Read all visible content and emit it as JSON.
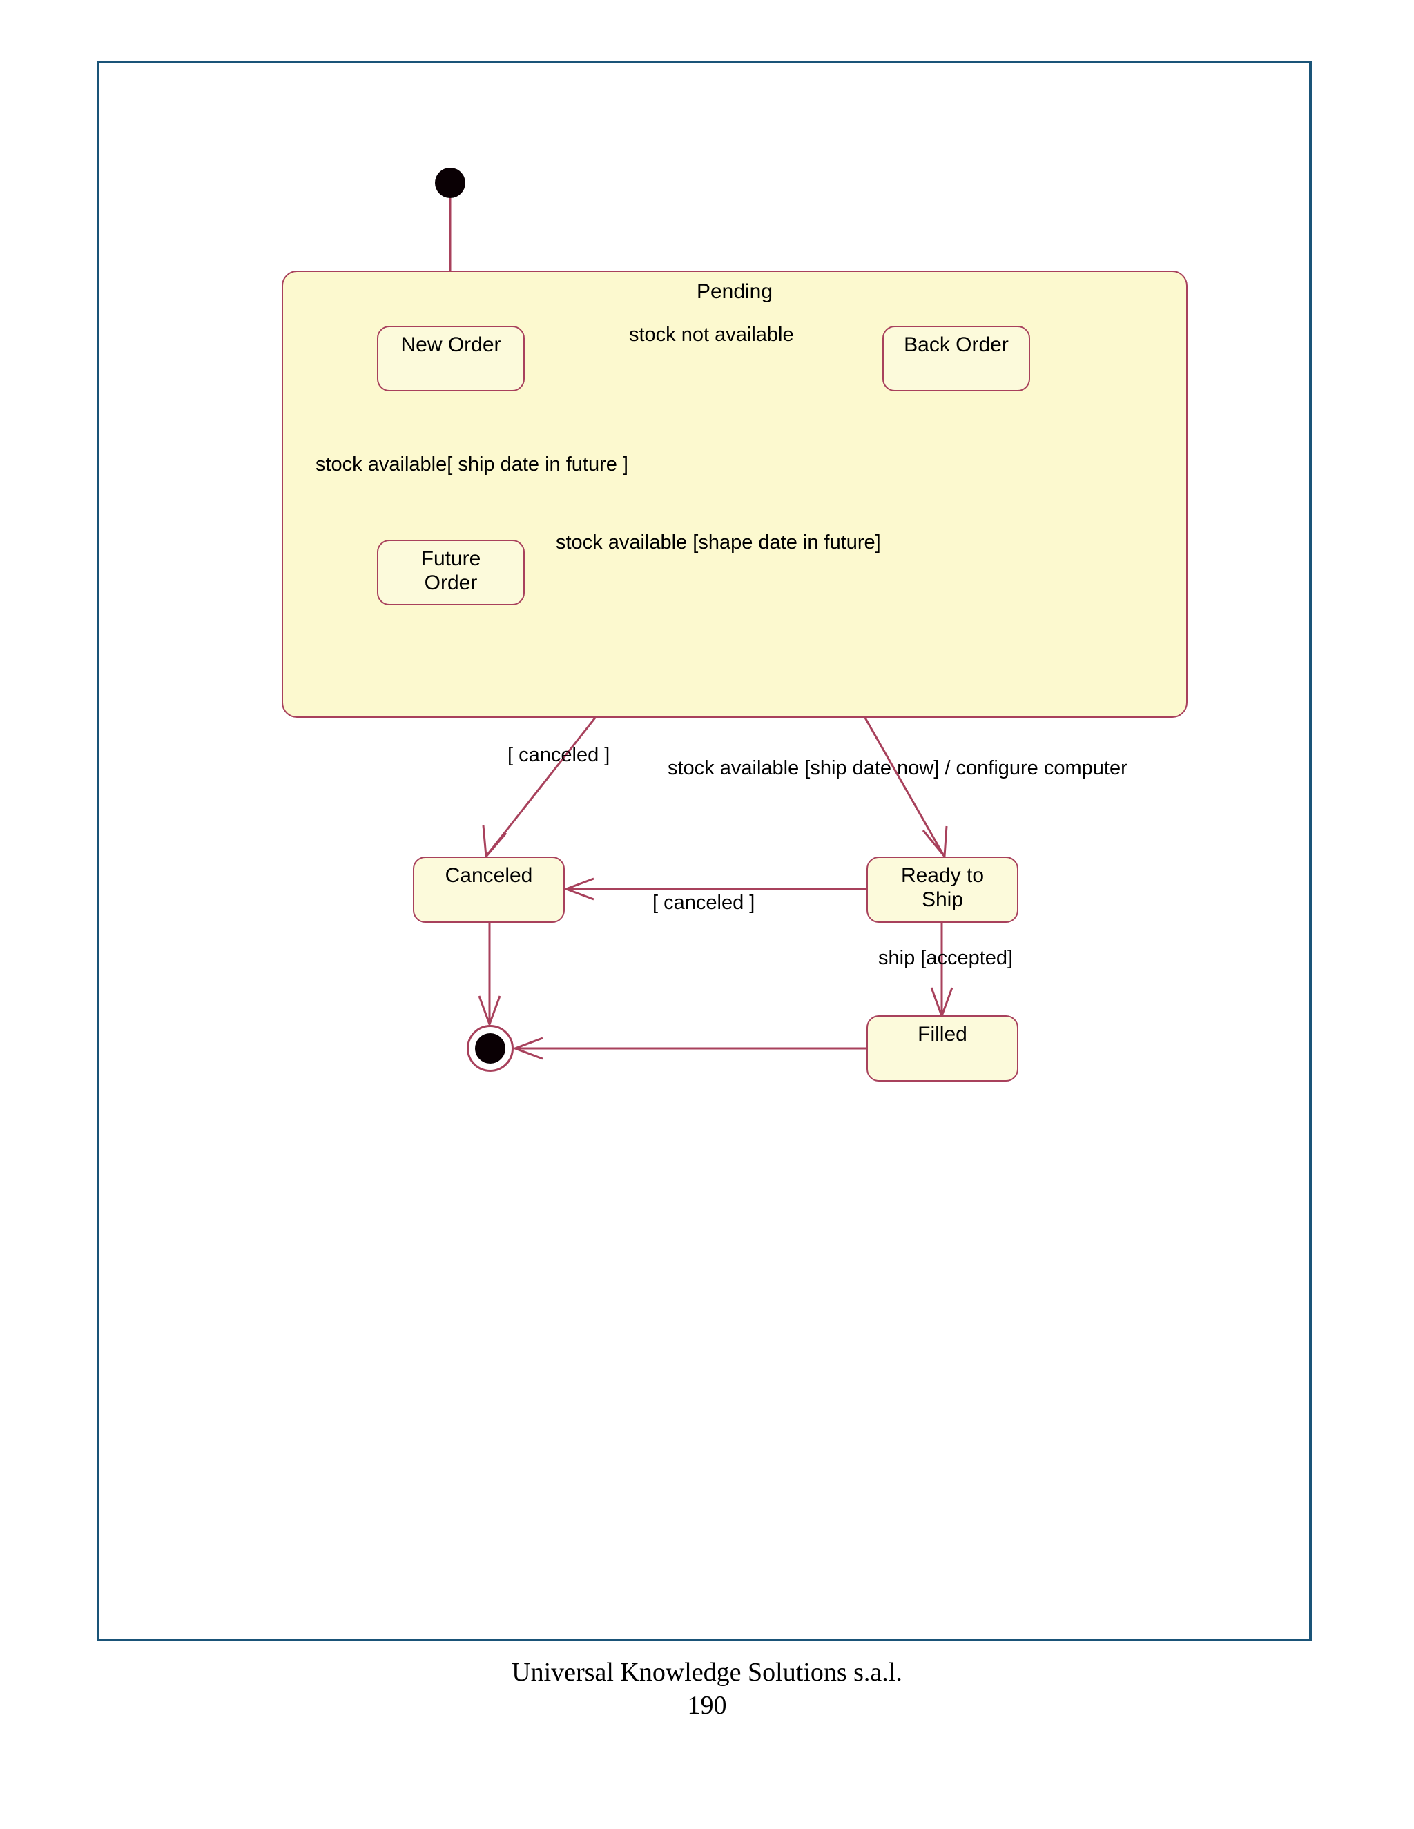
{
  "page": {
    "footer_company": "Universal Knowledge Solutions s.a.l.",
    "page_number": "190",
    "frame_color": "#1a5478"
  },
  "diagram": {
    "type": "uml-state-machine",
    "stroke_color": "#a8415c",
    "state_fill": "#fcfadb",
    "composite_fill": "#fcf9cf",
    "composite": {
      "name": "Pending",
      "label": "Pending"
    },
    "states": [
      {
        "id": "new-order",
        "label": "New Order"
      },
      {
        "id": "back-order",
        "label": "Back Order"
      },
      {
        "id": "future-order",
        "label": "Future\nOrder"
      },
      {
        "id": "canceled",
        "label": "Canceled"
      },
      {
        "id": "ready-to-ship",
        "label": "Ready to\nShip"
      },
      {
        "id": "filled",
        "label": "Filled"
      }
    ],
    "pseudostates": [
      {
        "id": "initial-state",
        "kind": "initial"
      },
      {
        "id": "final-state",
        "kind": "final"
      }
    ],
    "transitions": [
      {
        "id": "t1",
        "from": "initial-state",
        "to": "new-order",
        "label": ""
      },
      {
        "id": "t2",
        "from": "new-order",
        "to": "back-order",
        "label": "stock not available"
      },
      {
        "id": "t3",
        "from": "new-order",
        "to": "future-order",
        "label": "stock available[ ship date in future ]"
      },
      {
        "id": "t4",
        "from": "back-order",
        "to": "future-order",
        "label": "stock available [shape date in future]"
      },
      {
        "id": "t5",
        "from": "composite",
        "to": "canceled",
        "label": "[ canceled ]"
      },
      {
        "id": "t6",
        "from": "composite",
        "to": "ready-to-ship",
        "label": "stock available [ship date now] / configure computer"
      },
      {
        "id": "t7",
        "from": "ready-to-ship",
        "to": "canceled",
        "label": "[ canceled ]"
      },
      {
        "id": "t8",
        "from": "ready-to-ship",
        "to": "filled",
        "label": "ship [accepted]"
      },
      {
        "id": "t9",
        "from": "canceled",
        "to": "final-state",
        "label": ""
      },
      {
        "id": "t10",
        "from": "filled",
        "to": "final-state",
        "label": ""
      }
    ]
  }
}
